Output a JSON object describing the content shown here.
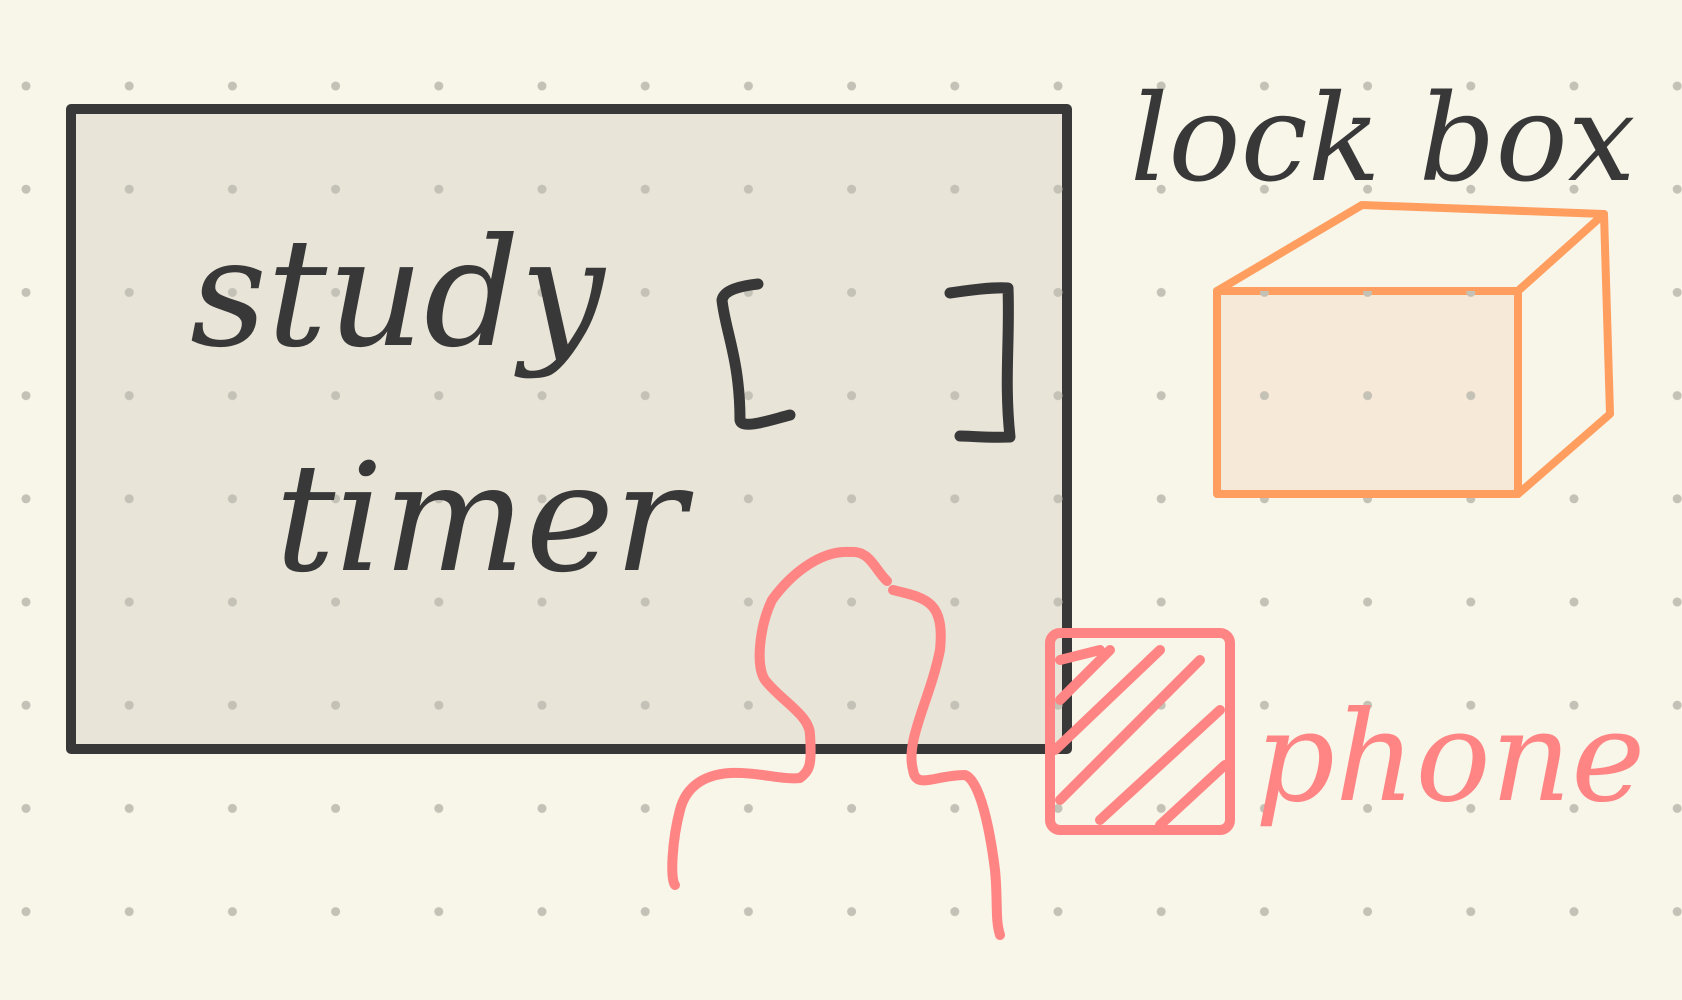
{
  "canvas": {
    "background_color": "#f8f5e9",
    "dot_grid": true,
    "dot_color": "#c4c1b6"
  },
  "frame": {
    "label_line1": "study",
    "label_line2": "timer",
    "brackets": "[ ]",
    "fill_color": "#e5e1d5",
    "stroke_color": "#383838"
  },
  "lock_box": {
    "label": "lock box",
    "stroke_color": "#ff9e5e",
    "fill_color": "#f7e9d8"
  },
  "phone": {
    "label": "phone",
    "color": "#ff8585"
  },
  "person": {
    "icon": "person-silhouette-icon",
    "color": "#ff8585"
  }
}
